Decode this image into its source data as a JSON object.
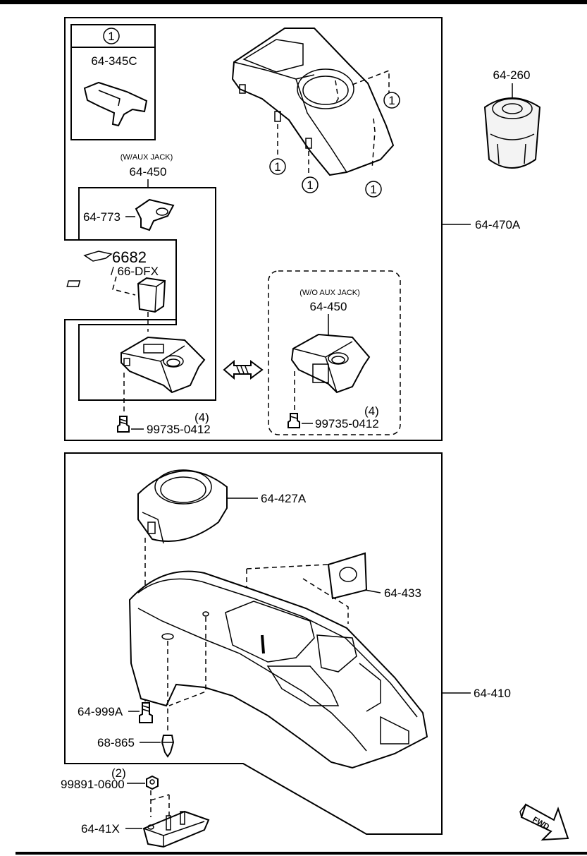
{
  "labels": {
    "callout_mark": "1",
    "callout_part": "64-345C",
    "aux_jack_with": "(W/AUX JACK)",
    "part_64_450_a": "64-450",
    "part_64_773": "64-773",
    "ref_6682": "6682",
    "ref_66dfx": "/ 66-DFX",
    "qty_4_a": "(4)",
    "screw_a": "99735-0412",
    "aux_jack_without": "(W/O AUX JACK)",
    "part_64_450_b": "64-450",
    "qty_4_b": "(4)",
    "screw_b": "99735-0412",
    "part_64_260": "64-260",
    "part_64_470a": "64-470A",
    "part_64_427a": "64-427A",
    "part_64_433": "64-433",
    "part_64_410": "64-410",
    "part_64_999a": "64-999A",
    "part_68_865": "68-865",
    "qty_2": "(2)",
    "nut_99891": "99891-0600",
    "part_64_41x": "64-41X",
    "fwd": "FWD"
  }
}
